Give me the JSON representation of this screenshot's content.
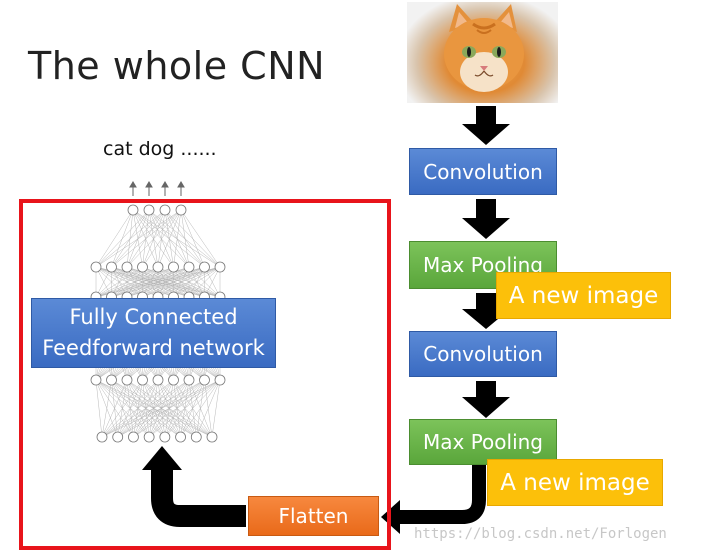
{
  "title": "The whole CNN",
  "output_labels": "cat dog ......",
  "network_label": {
    "line1": "Fully Connected",
    "line2": "Feedforward network"
  },
  "pipeline": {
    "conv1": "Convolution",
    "pool1": "Max Pooling",
    "new_image_1": "A new image",
    "conv2": "Convolution",
    "pool2": "Max Pooling",
    "new_image_2": "A new image",
    "flatten": "Flatten"
  },
  "watermark": "https://blog.csdn.net/Forlogen",
  "colors": {
    "frame": "#e8141b",
    "conv": "#4472c4",
    "pool": "#70ad47",
    "new_image": "#fcc00a",
    "flatten": "#ed7d31",
    "arrow": "#000000"
  },
  "icons": {
    "input_image": "cat-photo"
  }
}
